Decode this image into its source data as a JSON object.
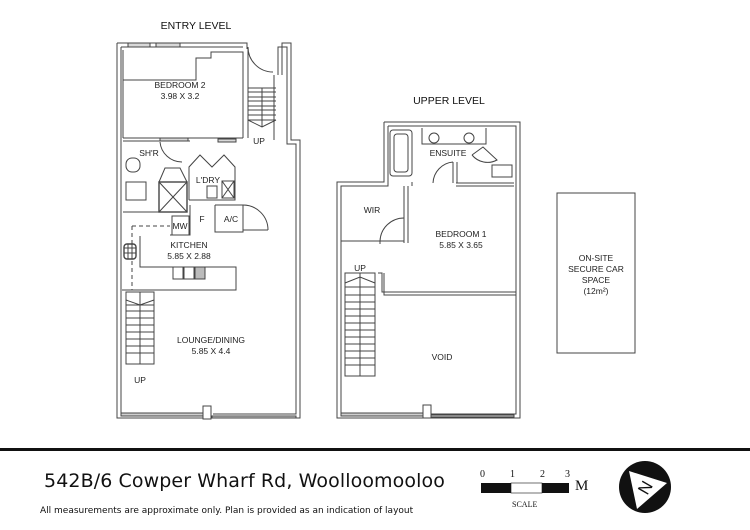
{
  "plan": {
    "entry_level": {
      "title": "ENTRY LEVEL",
      "rooms": {
        "bedroom2": {
          "name": "BEDROOM 2",
          "dims": "3.98 X 3.2"
        },
        "shower": {
          "name": "SH'R"
        },
        "laundry": {
          "name": "L'DRY"
        },
        "fridge": {
          "name": "F"
        },
        "aircon": {
          "name": "A/C"
        },
        "microwave": {
          "name": "MW"
        },
        "kitchen": {
          "name": "KITCHEN",
          "dims": "5.85 X 2.88"
        },
        "lounge": {
          "name": "LOUNGE/DINING",
          "dims": "5.85 X 4.4"
        }
      },
      "stairs_up_labels": [
        "UP",
        "UP"
      ]
    },
    "upper_level": {
      "title": "UPPER LEVEL",
      "rooms": {
        "ensuite": {
          "name": "ENSUITE"
        },
        "wir": {
          "name": "WIR"
        },
        "bedroom1": {
          "name": "BEDROOM 1",
          "dims": "5.85 X 3.65"
        },
        "void": {
          "name": "VOID"
        }
      },
      "stairs_up_label": "UP"
    },
    "car_space": {
      "line1": "ON-SITE",
      "line2": "SECURE CAR",
      "line3": "SPACE",
      "line4": "(12m²)"
    }
  },
  "footer": {
    "address": "542B/6 Cowper Wharf Rd, Woolloomooloo",
    "disclaimer": "All measurements are approximate only. Plan is provided as an indication of layout",
    "scale": {
      "ticks": [
        "0",
        "1",
        "2",
        "3"
      ],
      "unit": "M",
      "label": "SCALE"
    },
    "compass": {
      "letter": "N"
    }
  }
}
